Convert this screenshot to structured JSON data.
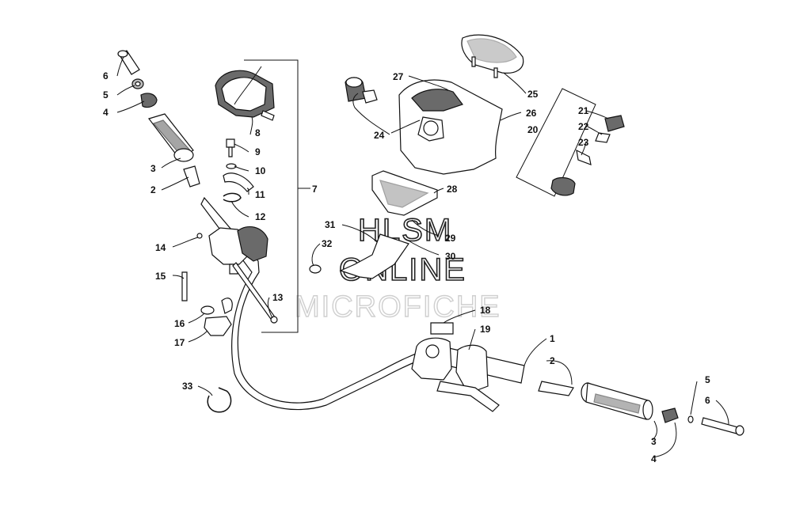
{
  "labels": {
    "p1": "1",
    "p2a": "2",
    "p2b": "2",
    "p3a": "3",
    "p3b": "3",
    "p4a": "4",
    "p4b": "4",
    "p5a": "5",
    "p5b": "5",
    "p6a": "6",
    "p6b": "6",
    "p7": "7",
    "p8": "8",
    "p9": "9",
    "p10": "10",
    "p11": "11",
    "p12": "12",
    "p13": "13",
    "p14": "14",
    "p15": "15",
    "p16": "16",
    "p17": "17",
    "p18": "18",
    "p19": "19",
    "p20": "20",
    "p21": "21",
    "p22": "22",
    "p23": "23",
    "p24": "24",
    "p25": "25",
    "p26": "26",
    "p27": "27",
    "p28": "28",
    "p29": "29",
    "p30": "30",
    "p31": "31",
    "p32": "32",
    "p33": "33"
  },
  "watermark": {
    "line1": "HLSM",
    "line2": "ONLINE",
    "line3": "MICROFICHE"
  }
}
